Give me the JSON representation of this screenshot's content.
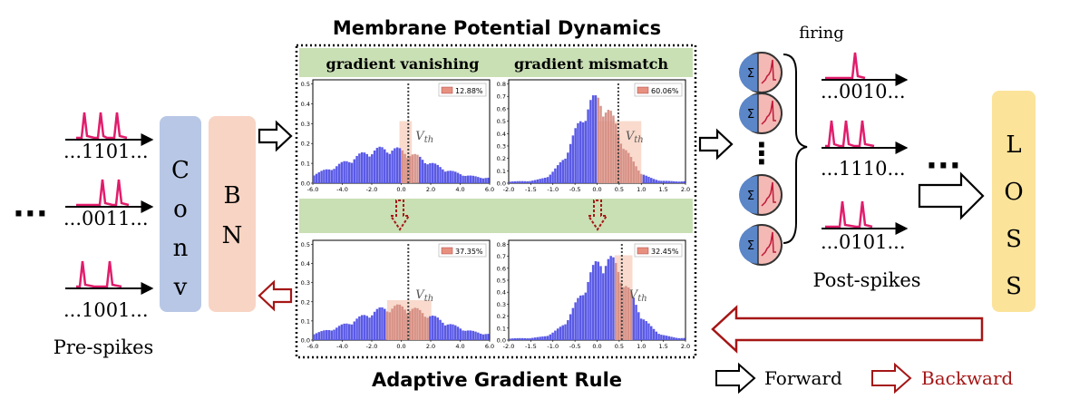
{
  "title_top": "Membrane Potential Dynamics",
  "title_bottom": "Adaptive Gradient Rule",
  "panels": {
    "vanishing_label": "gradient vanishing",
    "mismatch_label": "gradient mismatch",
    "vth_label": "V",
    "vth_sub": "th",
    "plots": [
      {
        "id": "tl",
        "pct": "12.88%",
        "xticks": [
          "-6.0",
          "-4.0",
          "-2.0",
          "0.0",
          "2.0",
          "4.0",
          "6.0"
        ],
        "yticks": [
          "0.0",
          "0.1",
          "0.2",
          "0.3",
          "0.4",
          "0.5"
        ]
      },
      {
        "id": "tr",
        "pct": "60.06%",
        "xticks": [
          "-2.0",
          "-1.5",
          "-1.0",
          "-0.5",
          "0.0",
          "0.5",
          "1.0",
          "1.5",
          "2.0"
        ],
        "yticks": [
          "0.0",
          "0.1",
          "0.2",
          "0.3",
          "0.4",
          "0.5",
          "0.6",
          "0.7",
          "0.8"
        ]
      },
      {
        "id": "bl",
        "pct": "37.35%",
        "xticks": [
          "-6.0",
          "-4.0",
          "-2.0",
          "0.0",
          "2.0",
          "4.0",
          "6.0"
        ],
        "yticks": [
          "0.0",
          "0.1",
          "0.2",
          "0.3",
          "0.4",
          "0.5"
        ]
      },
      {
        "id": "br",
        "pct": "32.45%",
        "xticks": [
          "-2.0",
          "-1.5",
          "-1.0",
          "-0.5",
          "0.0",
          "0.5",
          "1.0",
          "1.5",
          "2.0"
        ],
        "yticks": [
          "0.0",
          "0.1",
          "0.2",
          "0.3",
          "0.4",
          "0.5",
          "0.6",
          "0.7",
          "0.8"
        ]
      }
    ]
  },
  "pre_spikes": {
    "label": "Pre-spikes",
    "dots": "···",
    "trains": [
      "...1101...",
      "...0011...",
      "...1001..."
    ]
  },
  "blocks": {
    "conv": [
      "C",
      "o",
      "n",
      "v"
    ],
    "bn": [
      "B",
      "N"
    ],
    "loss": [
      "L",
      "O",
      "S",
      "S"
    ]
  },
  "neurons": {
    "sigma": "Σ",
    "firing_label": "firing",
    "vdots": "⋮"
  },
  "post_spikes": {
    "label": "Post-spikes",
    "dots": "···",
    "trains": [
      "...0010...",
      "...1110...",
      "...0101..."
    ]
  },
  "legend": {
    "forward": "Forward",
    "backward": "Backward"
  },
  "colors": {
    "conv": "#b8c7e6",
    "bn": "#f8d4c4",
    "loss": "#fbe39a",
    "spike": "#e01c6b",
    "backward": "#a51616",
    "histogram_blue": "#5a5ae6",
    "histogram_red": "#d9a090",
    "green_band": "#c9dfb4",
    "neuron_blue": "#5b86c8",
    "neuron_pink": "#f4b9b4"
  }
}
